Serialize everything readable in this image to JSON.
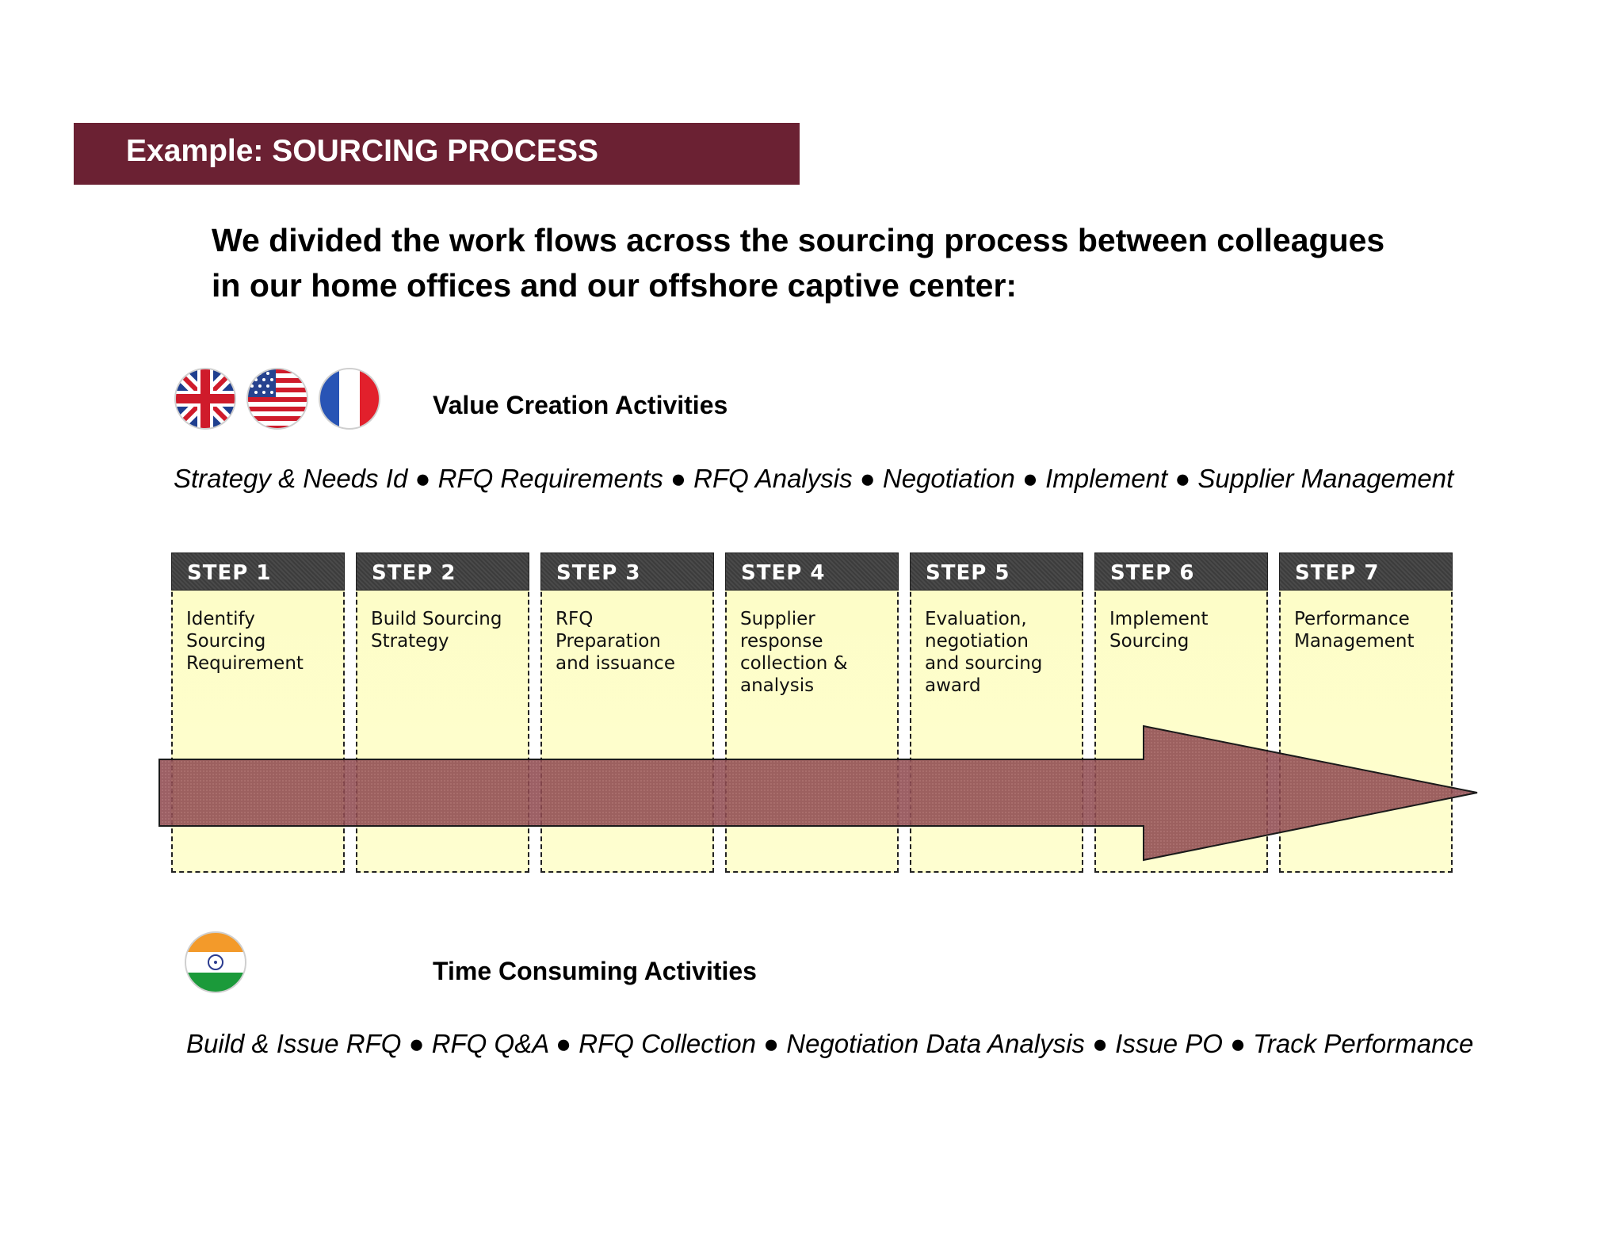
{
  "header": {
    "title": "Example:  SOURCING PROCESS",
    "subtitle_line1": "We divided the work flows across the sourcing process between colleagues",
    "subtitle_line2": "in our home offices and our offshore captive center:"
  },
  "value_creation": {
    "heading": "Value Creation Activities",
    "activities": "Strategy & Needs Id ● RFQ Requirements ● RFQ Analysis ● Negotiation ● Implement ● Supplier Management",
    "flags": [
      "uk-flag-icon",
      "us-flag-icon",
      "france-flag-icon"
    ]
  },
  "steps": [
    {
      "label": "STEP 1",
      "text": "Identify\nSourcing\nRequirement"
    },
    {
      "label": "STEP 2",
      "text": "Build Sourcing\nStrategy"
    },
    {
      "label": "STEP 3",
      "text": "RFQ\nPreparation\nand issuance"
    },
    {
      "label": "STEP 4",
      "text": "Supplier\nresponse\ncollection &\nanalysis"
    },
    {
      "label": "STEP 5",
      "text": "Evaluation,\nnegotiation\nand sourcing\naward"
    },
    {
      "label": "STEP 6",
      "text": "Implement\nSourcing"
    },
    {
      "label": "STEP 7",
      "text": "Performance\nManagement"
    }
  ],
  "time_consuming": {
    "heading": "Time Consuming Activities",
    "activities": "Build & Issue RFQ ● RFQ Q&A ● RFQ Collection ● Negotiation Data Analysis ● Issue PO ● Track Performance",
    "flags": [
      "india-flag-icon"
    ]
  },
  "colors": {
    "title_bar": "#6b2133",
    "step_fill": "#fefecb",
    "step_header": "#444444",
    "arrow_fill": "#8e4a50"
  }
}
